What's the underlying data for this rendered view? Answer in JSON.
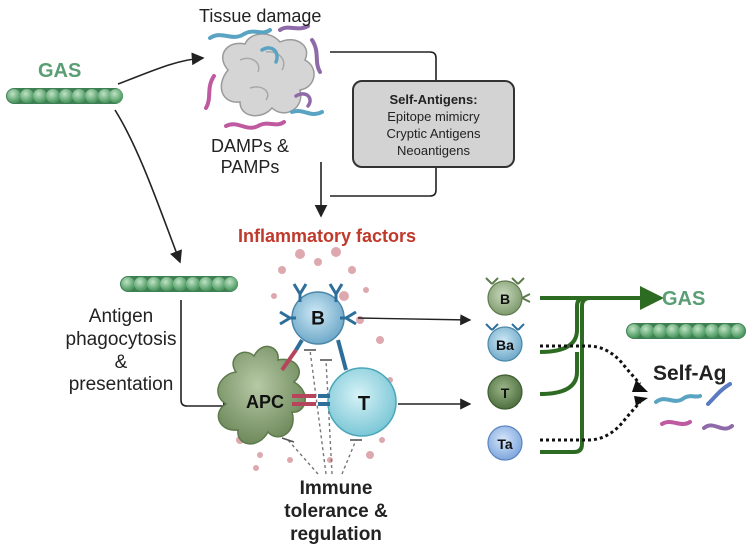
{
  "labels": {
    "tissue_damage": "Tissue damage",
    "gas_top": "GAS",
    "damps_pamps_line1": "DAMPs &",
    "damps_pamps_line2": "PAMPs",
    "self_antigens_title": "Self-Antigens:",
    "self_antigens_items": [
      "Epitope mimicry",
      "Cryptic Antigens",
      "Neoantigens"
    ],
    "inflammatory_factors": "Inflammatory factors",
    "antigen_process": [
      "Antigen",
      "phagocytosis",
      "&",
      "presentation"
    ],
    "gas_right": "GAS",
    "self_ag": "Self-Ag",
    "immune_tolerance": [
      "Immune",
      "tolerance &",
      "regulation"
    ]
  },
  "cells": {
    "b_main": "B",
    "t_main": "T",
    "apc": "APC",
    "b_small": "B",
    "ba_small": "Ba",
    "t_small": "T",
    "ta_small": "Ta"
  },
  "colors": {
    "gas_green": "#5a9e74",
    "inflammatory_red": "#c0392b",
    "b_cell_blue": "#8fc4e0",
    "t_cell_cyan": "#a8dde8",
    "apc_green": "#8fa97a",
    "dark_green_arrow": "#2e6b22"
  }
}
